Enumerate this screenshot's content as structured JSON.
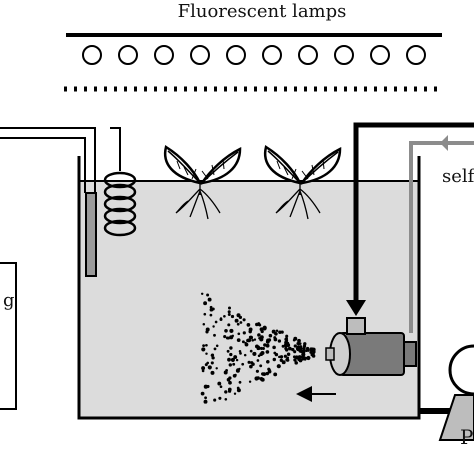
{
  "labels": {
    "lamps": "Fluorescent lamps",
    "right_side": "self",
    "left_side": "g",
    "pump": "P"
  },
  "colors": {
    "water": "#dcdcdc",
    "outline": "#000000",
    "probe": "#9a9a9a",
    "gray_line": "#8c8c8c",
    "motor": "#7a7a7a"
  },
  "icons": {
    "lamp": "circle-outline",
    "plant": "seedling-with-roots",
    "coil": "heater-coil",
    "arrow": "flow-arrow"
  }
}
